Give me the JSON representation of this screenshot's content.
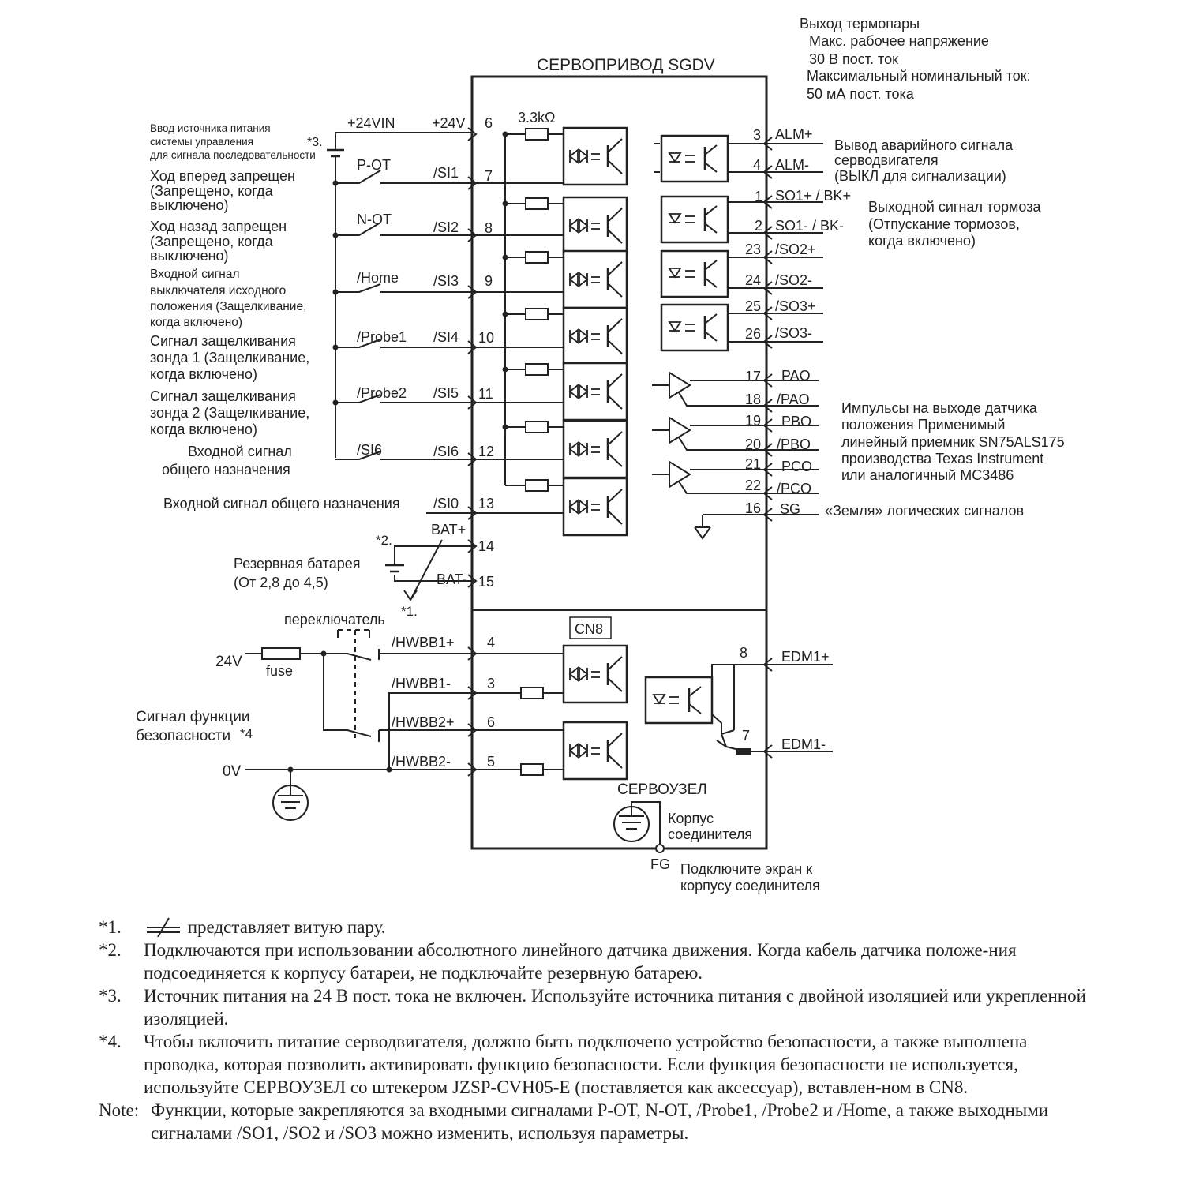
{
  "servo": {
    "title": "СЕРВОПРИВОД SGDV",
    "cn8": "CN8",
    "servo_node": "СЕРВОУЗЕЛ",
    "connector_case": [
      "Корпус",
      "соединителя"
    ],
    "fg": "FG",
    "shield_note": [
      "Подключите экран к",
      "корпусу соединителя"
    ]
  },
  "thermocouple": [
    "Выход термопары",
    "Макс. рабочее напряжение",
    "30 В пост. ток",
    "Максимальный номинальный ток:",
    "50 мА пост. тока"
  ],
  "power": {
    "desc": [
      "Ввод источника питания",
      "системы управления",
      "для сигнала последовательности"
    ],
    "ref": "*3.",
    "vin": "+24VIN",
    "v24": "+24V",
    "pin": "6",
    "resistor": "3.3kΩ"
  },
  "inputs": [
    {
      "desc": [
        "Ход вперед запрещен",
        "(Запрещено, когда",
        "выключено)"
      ],
      "switch": "P-OT",
      "signal": "/SI1",
      "pin": "7"
    },
    {
      "desc": [
        "Ход назад запрещен",
        "(Запрещено, когда",
        "выключено)"
      ],
      "switch": "N-OT",
      "signal": "/SI2",
      "pin": "8"
    },
    {
      "desc": [
        "Входной сигнал",
        "выключателя исходного",
        "положения (Защелкивание,",
        "когда включено)"
      ],
      "switch": "/Home",
      "signal": "/SI3",
      "pin": "9"
    },
    {
      "desc": [
        "Сигнал защелкивания",
        "зонда 1 (Защелкивание,",
        "когда включено)"
      ],
      "switch": "/Probe1",
      "signal": "/SI4",
      "pin": "10"
    },
    {
      "desc": [
        "Сигнал защелкивания",
        "зонда 2 (Защелкивание,",
        "когда включено)"
      ],
      "switch": "/Probe2",
      "signal": "/SI5",
      "pin": "11"
    },
    {
      "desc": [
        "Входной сигнал",
        "общего назначения"
      ],
      "switch": "/SI6",
      "signal": "/SI6",
      "pin": "12"
    },
    {
      "desc": [
        "Входной сигнал общего назначения"
      ],
      "switch": "",
      "signal": "/SI0",
      "pin": "13"
    }
  ],
  "battery": {
    "ref2": "*2.",
    "ref1": "*1.",
    "desc": [
      "Резервная батарея",
      "(От 2,8 до 4,5)"
    ],
    "plus": "BAT+",
    "plus_pin": "14",
    "minus": "BAT-",
    "minus_pin": "15"
  },
  "outputs": [
    {
      "pin": "3",
      "label": "ALM+"
    },
    {
      "pin": "4",
      "label": "ALM-"
    },
    {
      "pin": "1",
      "label": "SO1+ / BK+"
    },
    {
      "pin": "2",
      "label": "SO1- / BK-"
    },
    {
      "pin": "23",
      "label": "/SO2+"
    },
    {
      "pin": "24",
      "label": "/SO2-"
    },
    {
      "pin": "25",
      "label": "/SO3+"
    },
    {
      "pin": "26",
      "label": "/SO3-"
    }
  ],
  "alarm_desc": [
    "Вывод аварийного сигнала",
    "серводвигателя",
    "(ВЫКЛ для сигнализации)"
  ],
  "brake_desc": [
    "Выходной сигнал тормоза",
    "(Отпускание тормозов,",
    "когда включено)"
  ],
  "encoder_outputs": [
    {
      "pin": "17",
      "label": "PAO"
    },
    {
      "pin": "18",
      "label": "/PAO"
    },
    {
      "pin": "19",
      "label": "PBO"
    },
    {
      "pin": "20",
      "label": "/PBO"
    },
    {
      "pin": "21",
      "label": "PCO"
    },
    {
      "pin": "22",
      "label": "/PCO"
    },
    {
      "pin": "16",
      "label": "SG"
    }
  ],
  "encoder_desc": [
    "Импульсы на выходе датчика",
    "положения Применимый",
    "линейный приемник SN75ALS175",
    "производства Texas Instrument",
    "или аналогичный MC3486"
  ],
  "sg_desc": "«Земля» логических сигналов",
  "safety": {
    "switch_label": "переключатель",
    "v24": "24V",
    "fuse": "fuse",
    "v0": "0V",
    "desc": [
      "Сигнал функции",
      "безопасности"
    ],
    "ref": "*4",
    "inputs": [
      {
        "label": "/HWBB1+",
        "pin": "4"
      },
      {
        "label": "/HWBB1-",
        "pin": "3"
      },
      {
        "label": "/HWBB2+",
        "pin": "6"
      },
      {
        "label": "/HWBB2-",
        "pin": "5"
      }
    ],
    "edm": [
      {
        "label": "EDM1+",
        "pin": "8"
      },
      {
        "label": "EDM1-",
        "pin": "7"
      }
    ]
  },
  "notes": [
    {
      "mark": "*1.",
      "text": "представляет витую пару."
    },
    {
      "mark": "*2.",
      "text": "Подключаются при использовании абсолютного линейного датчика движения. Когда кабель датчика положе-ния подсоединяется к корпусу батареи, не подключайте резервную батарею."
    },
    {
      "mark": "*3.",
      "text": "Источник питания на 24 В пост. тока не включен. Используйте источника питания с двойной изоляцией или укрепленной изоляцией."
    },
    {
      "mark": "*4.",
      "text": "Чтобы включить питание серводвигателя, должно быть подключено устройство безопасности, а также выполнена проводка, которая позволить активировать функцию безопасности. Если функция безопасности не используется, используйте СЕРВОУЗЕЛ со штекером JZSP-CVH05-E (поставляется как аксессуар), вставлен-ном в CN8."
    },
    {
      "mark": "Note:",
      "text": "Функции, которые закрепляются за входными сигналами P-OT, N-OT, /Probe1, /Probe2 и /Home, а также выходными сигналами /SO1, /SO2 и /SO3 можно изменить, используя параметры."
    }
  ]
}
